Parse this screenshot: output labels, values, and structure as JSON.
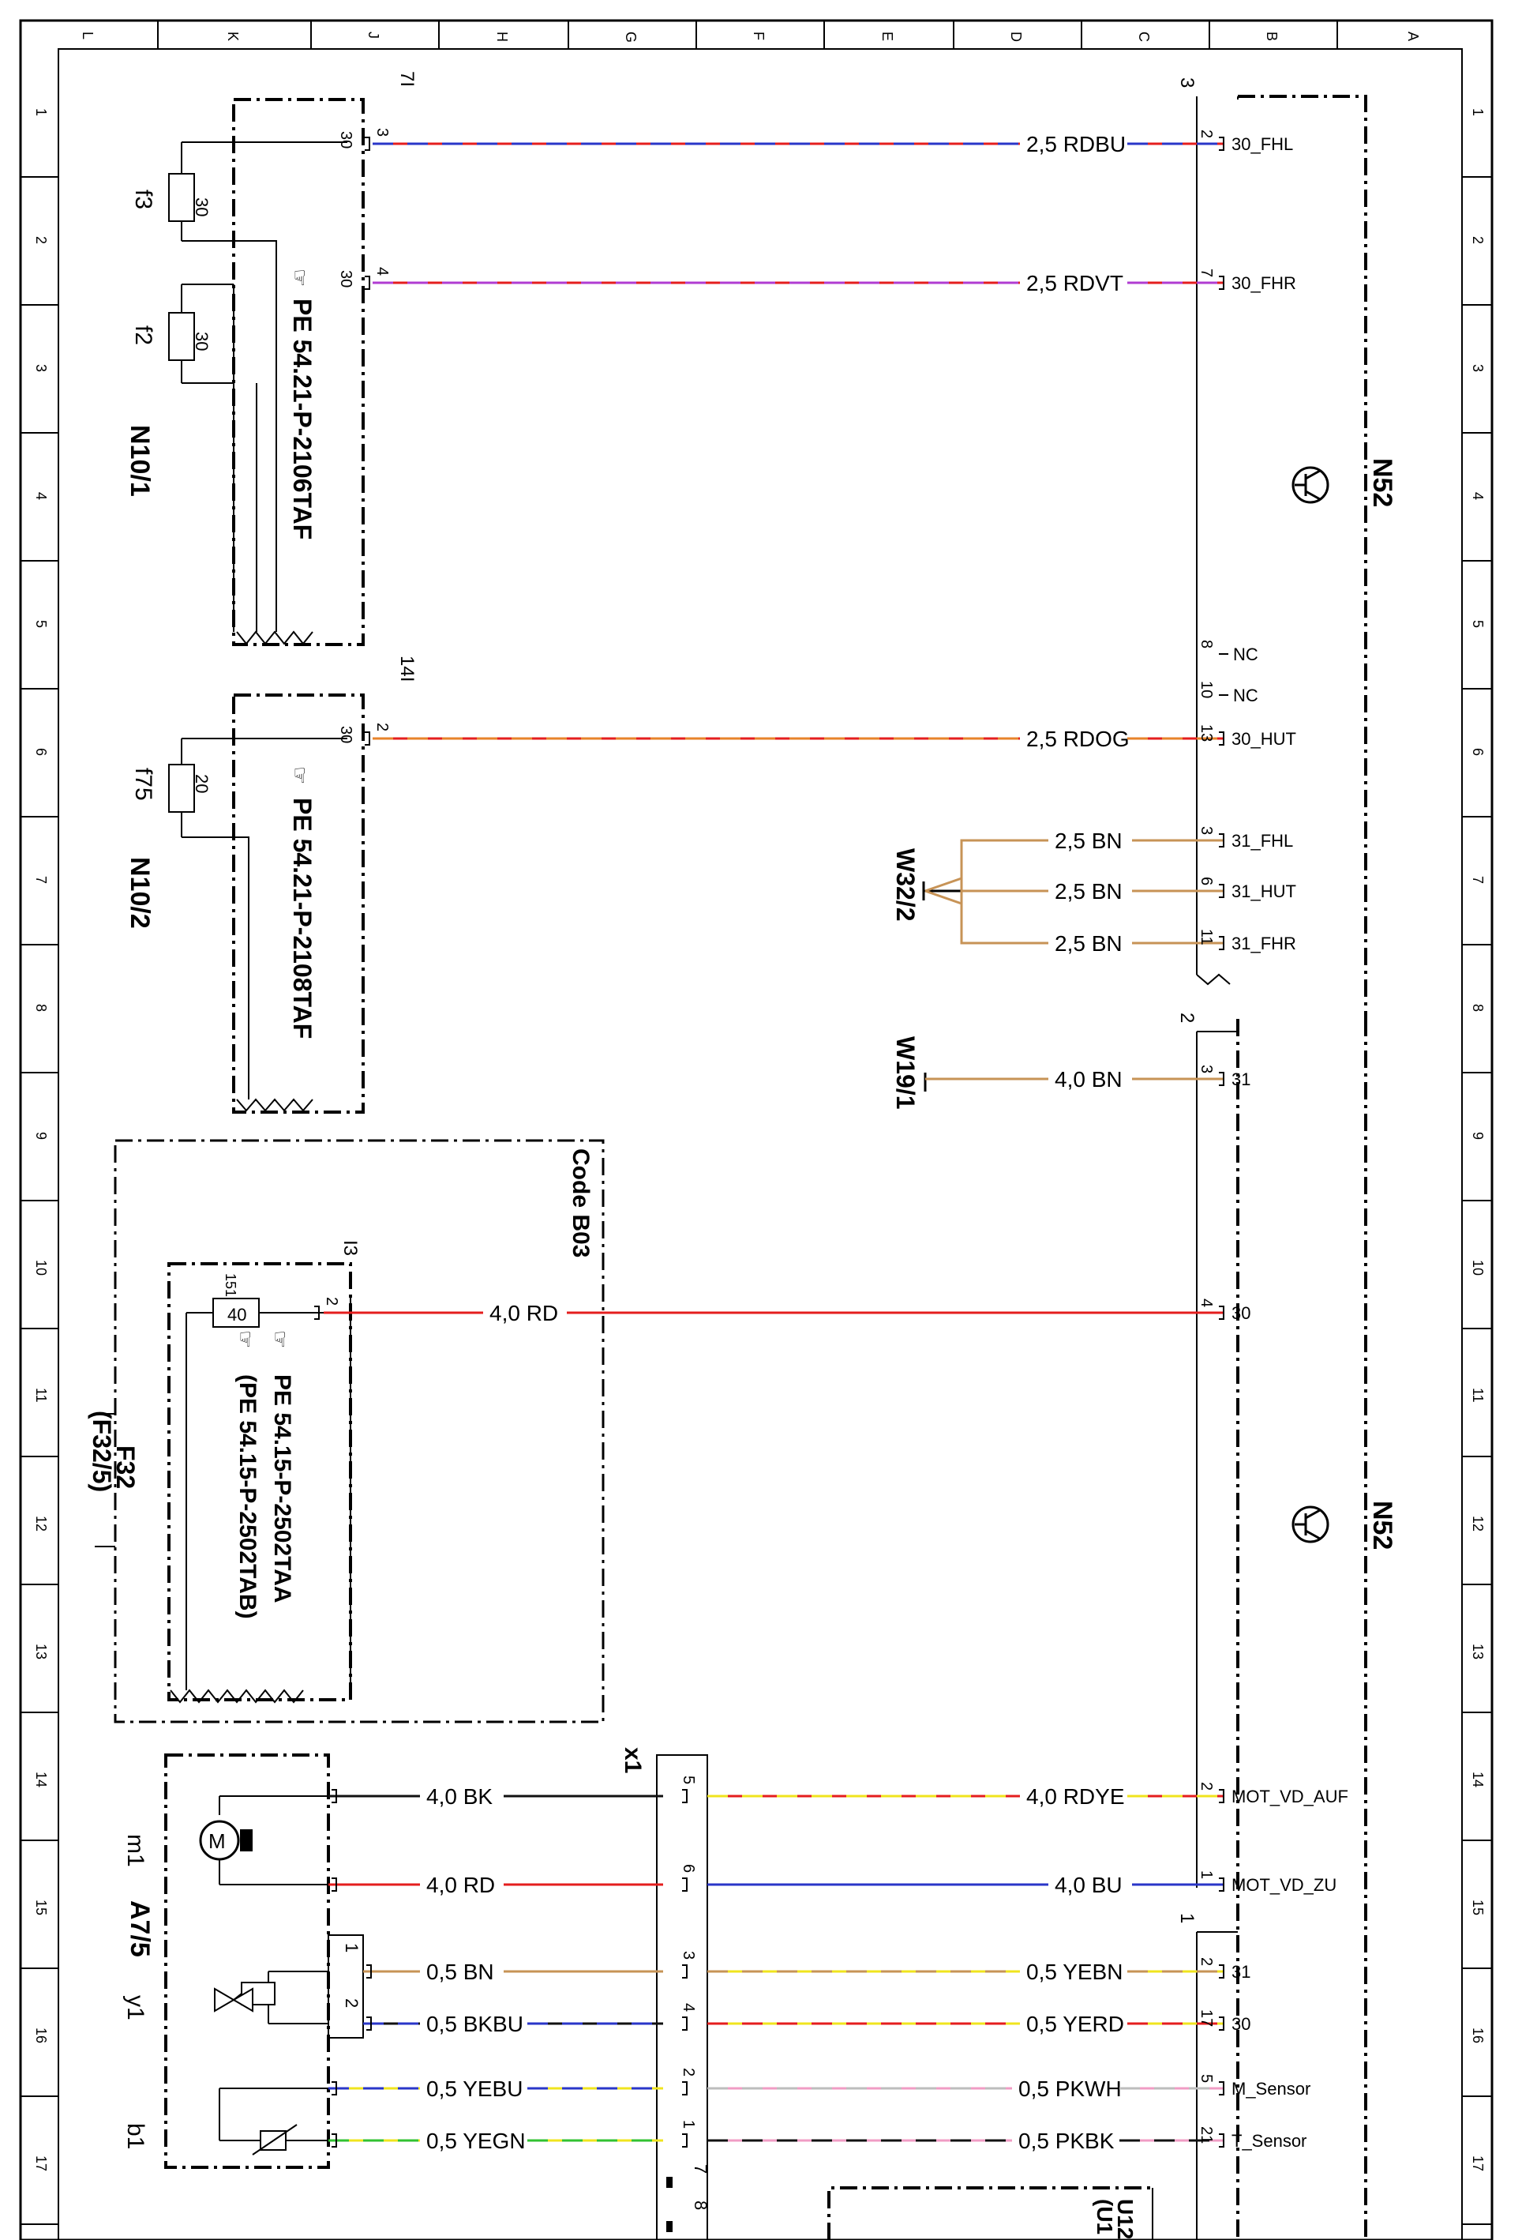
{
  "frame": {
    "columns": [
      "L",
      "K",
      "J",
      "H",
      "G",
      "F",
      "E",
      "D",
      "C",
      "B",
      "A"
    ],
    "rows": [
      "1",
      "2",
      "3",
      "4",
      "5",
      "6",
      "7",
      "8",
      "9",
      "10",
      "11",
      "12",
      "13",
      "14",
      "15",
      "16",
      "17"
    ]
  },
  "colors": {
    "RD": "#e41e1e",
    "BU": "#2a36c8",
    "VT": "#b03cd2",
    "OG": "#e7832a",
    "BN": "#c79356",
    "YE": "#f0e41e",
    "GN": "#31c231",
    "PK": "#f09cc4",
    "WH": "#bdbdbd",
    "BK": "#111111"
  },
  "components": {
    "n10_1": {
      "name": "N10/1",
      "ref": "PE 54.21-P-2106TAF",
      "connector": "7I"
    },
    "n10_2": {
      "name": "N10/2",
      "ref": "PE 54.21-P-2108TAF",
      "connector": "14I"
    },
    "f32": {
      "name": "F32",
      "alt": "(F32/5)",
      "code": "Code B03",
      "ref1": "PE 54.15-P-2502TAA",
      "ref2": "(PE 54.15-P-2502TAB)",
      "connector": "I3",
      "fuse_label": "40",
      "fuse_pin": "151"
    },
    "n52_top": {
      "name": "N52",
      "connector": "3"
    },
    "n52_mid": {
      "name": "N52",
      "connector": "2"
    },
    "n52_bot": {
      "name": "N52",
      "connector": "1"
    },
    "w32_2": {
      "name": "W32/2"
    },
    "w19_1": {
      "name": "W19/1"
    },
    "a7_5": {
      "name": "A7/5",
      "m1": "m1",
      "y1": "y1",
      "b1": "b1",
      "x1": "x1"
    },
    "fuses": [
      {
        "name": "f3",
        "value": "30"
      },
      {
        "name": "f2",
        "value": "30"
      },
      {
        "name": "f75",
        "value": "20"
      }
    ],
    "bottom_labels": [
      "U12",
      "(U1"
    ]
  },
  "wires": [
    {
      "id": "w1",
      "label": "2,5 RDBU",
      "base": "RD",
      "stripe": "BU",
      "left_pin": "3",
      "left_term": "30",
      "right_pin": "2",
      "signal": "30_FHL"
    },
    {
      "id": "w2",
      "label": "2,5 RDVT",
      "base": "RD",
      "stripe": "VT",
      "left_pin": "4",
      "left_term": "30",
      "right_pin": "7",
      "signal": "30_FHR"
    },
    {
      "id": "w3",
      "label": "2,5 RDOG",
      "base": "RD",
      "stripe": "OG",
      "left_pin": "2",
      "left_term": "30",
      "right_pin": "13",
      "signal": "30_HUT"
    },
    {
      "id": "w4",
      "label": "2,5 BN",
      "base": "BN",
      "stripe": "",
      "right_pin": "3",
      "signal": "31_FHL"
    },
    {
      "id": "w5",
      "label": "2,5 BN",
      "base": "BN",
      "stripe": "",
      "right_pin": "6",
      "signal": "31_HUT"
    },
    {
      "id": "w6",
      "label": "2,5 BN",
      "base": "BN",
      "stripe": "",
      "right_pin": "11",
      "signal": "31_FHR"
    },
    {
      "id": "w7",
      "label": "4,0 BN",
      "base": "BN",
      "stripe": "",
      "right_pin": "3",
      "signal": "31"
    },
    {
      "id": "w8",
      "label": "4,0 RD",
      "base": "RD",
      "stripe": "",
      "left_pin": "2",
      "right_pin": "4",
      "signal": "30"
    },
    {
      "id": "w9",
      "left_label": "4,0 BK",
      "label": "4,0 RDYE",
      "base": "RD",
      "stripe": "YE",
      "x1_pin": "5",
      "right_pin": "2",
      "signal": "MOT_VD_AUF"
    },
    {
      "id": "w10",
      "left_label": "4,0 RD",
      "label": "4,0 BU",
      "base": "BU",
      "stripe": "",
      "x1_pin": "6",
      "right_pin": "1",
      "signal": "MOT_VD_ZU"
    },
    {
      "id": "w11",
      "left_label": "0,5 BN",
      "label": "0,5 YEBN",
      "base": "YE",
      "stripe": "BN",
      "x1_pin": "3",
      "left_pin": "1",
      "right_pin": "2",
      "signal": "31"
    },
    {
      "id": "w12",
      "left_label": "0,5 BKBU",
      "label": "0,5 YERD",
      "base": "YE",
      "stripe": "RD",
      "x1_pin": "4",
      "left_pin": "2",
      "right_pin": "17",
      "signal": "30"
    },
    {
      "id": "w13",
      "left_label": "0,5 YEBU",
      "label": "0,5 PKWH",
      "base": "PK",
      "stripe": "WH",
      "x1_pin": "2",
      "right_pin": "5",
      "signal": "M_Sensor"
    },
    {
      "id": "w14",
      "left_label": "0,5 YEGN",
      "label": "0,5 PKBK",
      "base": "PK",
      "stripe": "BK",
      "x1_pin": "1",
      "right_pin": "21",
      "signal": "T_Sensor"
    }
  ],
  "nc_pins": [
    {
      "pin": "8",
      "signal": "NC"
    },
    {
      "pin": "10",
      "signal": "NC"
    }
  ],
  "x1_extra_pins": [
    "7",
    "8"
  ]
}
